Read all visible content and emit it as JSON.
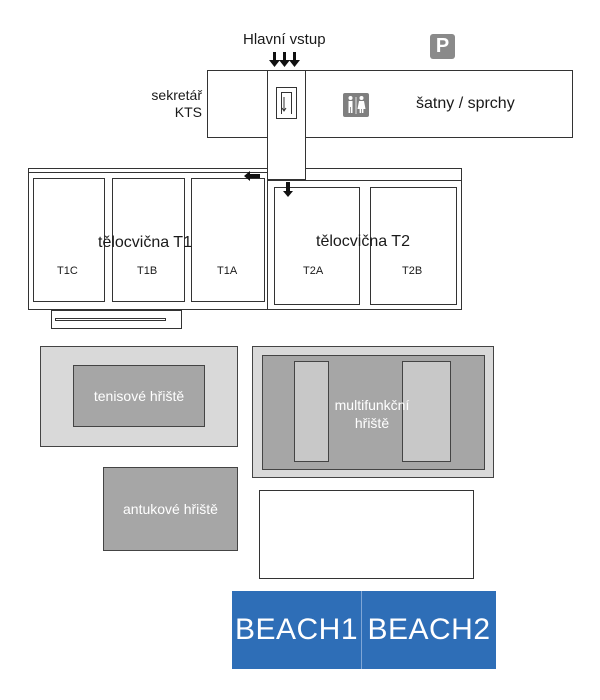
{
  "entrance": {
    "label": "Hlavní vstup"
  },
  "parking": {
    "label": "P"
  },
  "secretary": {
    "line1": "sekretář",
    "line2": "KTS"
  },
  "wardrobes": {
    "label": "šatny / sprchy",
    "icon": "restroom-icon"
  },
  "gym_t1": {
    "title": "tělocvična T1",
    "sections": [
      "T1C",
      "T1B",
      "T1A"
    ]
  },
  "gym_t2": {
    "title": "tělocvična T2",
    "sections": [
      "T2A",
      "T2B"
    ]
  },
  "tennis": {
    "label": "tenisové hřiště"
  },
  "multifunctional": {
    "line1": "multifunkční",
    "line2": "hřiště"
  },
  "clay": {
    "label": "antukové hřiště"
  },
  "beach": {
    "court1": "BEACH1",
    "court2": "BEACH2",
    "color": "#2e6eb7"
  },
  "colors": {
    "court_light": "#d9d9d9",
    "court_mid": "#a6a6a6",
    "court_dark": "#7f7f7f"
  }
}
